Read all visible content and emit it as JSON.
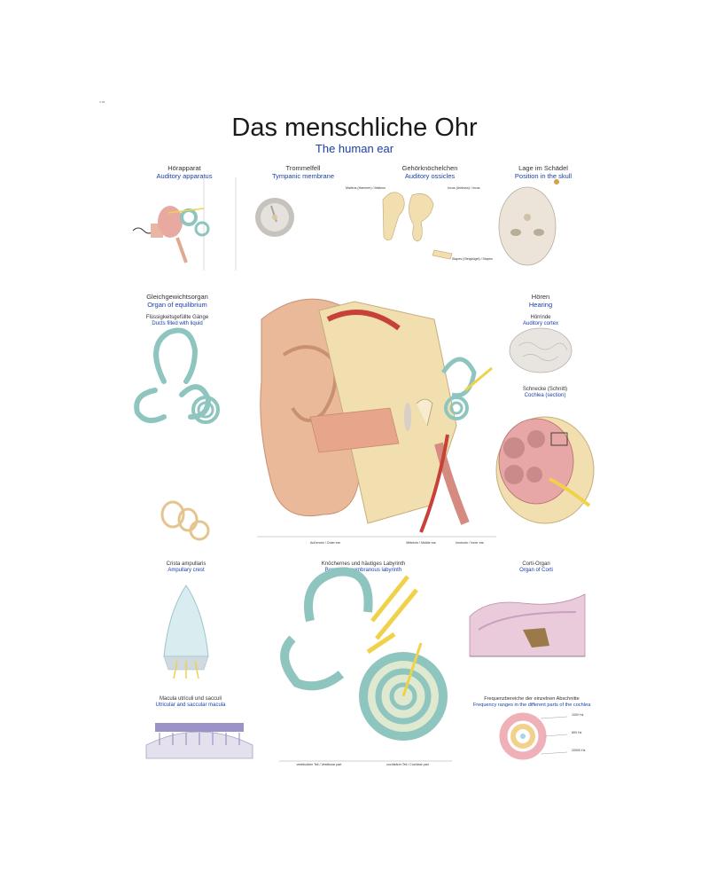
{
  "title": "Das menschliche Ohr",
  "subtitle": "The human ear",
  "code": "V-35",
  "sections": {
    "auditory": {
      "de": "Hörapparat",
      "en": "Auditory apparatus"
    },
    "tympanic": {
      "de": "Trommelfell",
      "en": "Tympanic membrane"
    },
    "ossicles": {
      "de": "Gehörknöchelchen",
      "en": "Auditory ossicles"
    },
    "skull": {
      "de": "Lage im Schädel",
      "en": "Position in the skull"
    },
    "equilibrium": {
      "de": "Gleichgewichtsorgan",
      "en": "Organ of equilibrium"
    },
    "ducts": {
      "de": "Flüssigkeitsgefüllte Gänge",
      "en": "Ducts filled with liquid"
    },
    "hearing": {
      "de": "Hören",
      "en": "Hearing"
    },
    "cortex": {
      "de": "Hörrinde",
      "en": "Auditory cortex"
    },
    "cochlea": {
      "de": "Schnecke (Schnitt)",
      "en": "Cochlea (section)"
    },
    "crista": {
      "de": "Crista ampullaris",
      "en": "Ampullary crest"
    },
    "labyrinth": {
      "de": "Knöchernes und häutiges Labyrinth",
      "en": "Bony and membranous labyrinth"
    },
    "corti": {
      "de": "Corti-Organ",
      "en": "Organ of Corti"
    },
    "macula": {
      "de": "Macula utriculi und sacculi",
      "en": "Utricular and saccular macula"
    },
    "frequency": {
      "de": "Frequenzbereiche der einzelnen Abschnitte",
      "en": "Frequency ranges in the different parts of the cochlea"
    }
  },
  "bottom_labels": {
    "outer": "Außenohr / Outer ear",
    "middle": "Mittelohr / Middle ear",
    "inner": "Innenohr / Inner ear",
    "vestibular": "vestibulärer Teil / Vestibular part",
    "cochlear": "cochleärer Teil / Cochlear part"
  },
  "ossicle_labels": [
    "Incus (Amboss) / Incus",
    "Malleus (Hammer) / Malleus",
    "Stapes (Steigbügel) / Stapes"
  ],
  "frequency_values": [
    "1000 Hz",
    "800 Hz",
    "20000 Hz"
  ],
  "colors": {
    "skin": "#e9b99a",
    "bone": "#f1dfb0",
    "labyrinth": "#8fc5bf",
    "nerve": "#f0d24a",
    "vessel": "#c8403a",
    "blue": "#1a3fa8"
  }
}
